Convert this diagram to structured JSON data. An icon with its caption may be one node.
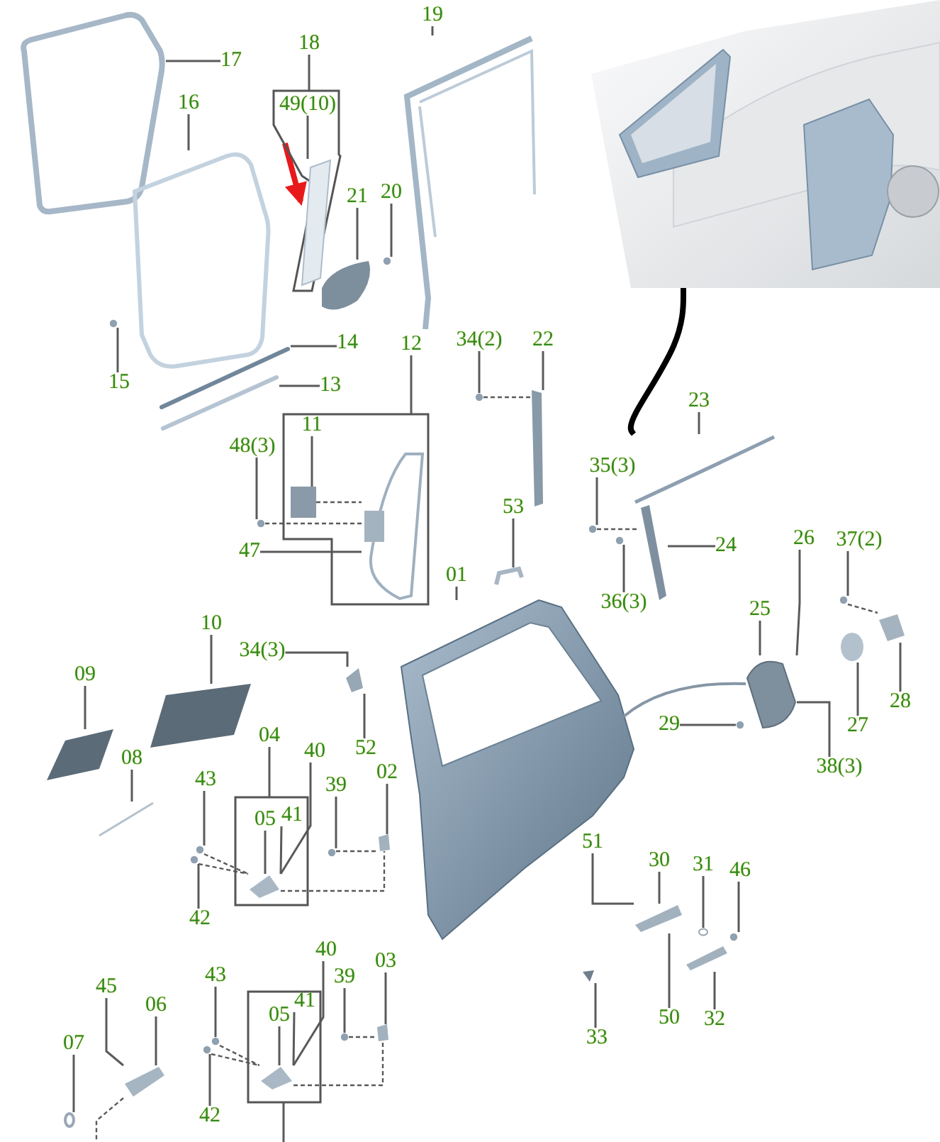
{
  "diagram": {
    "nodes": [
      {
        "text": [
          "19"
        ]
      },
      {
        "text": [],
        "shape": "picture"
      },
      {
        "text": [
          "17"
        ]
      },
      {
        "text": [],
        "shape": "box"
      },
      {
        "text": [
          "18"
        ]
      },
      {
        "text": [],
        "shape": "box"
      },
      {
        "text": [
          "49(10)"
        ],
        "in": 5
      },
      {
        "text": [],
        "shape": "picture",
        "in": 5
      },
      {
        "text": [
          "16"
        ]
      },
      {
        "text": [],
        "shape": "box"
      },
      {
        "text": [
          "21"
        ]
      },
      {
        "text": [],
        "shape": "picture"
      },
      {
        "text": [
          "20"
        ]
      },
      {
        "text": [],
        "shape": "circle"
      },
      {
        "text": [],
        "shape": "picture"
      },
      {
        "text": [
          "34(2)"
        ]
      },
      {
        "text": [],
        "shape": "circle"
      },
      {
        "text": [
          "22"
        ]
      },
      {
        "text": [],
        "shape": "picture"
      },
      {
        "text": [
          "14"
        ]
      },
      {
        "text": [],
        "shape": "picture"
      },
      {
        "text": [
          "12"
        ]
      },
      {
        "text": [
          "15"
        ]
      },
      {
        "text": [],
        "shape": "circle"
      },
      {
        "text": [
          "13"
        ]
      },
      {
        "text": [],
        "shape": "picture"
      },
      {
        "text": [
          "23"
        ]
      },
      {
        "text": [],
        "shape": "picture"
      },
      {
        "text": [],
        "shape": "box"
      },
      {
        "text": [
          "11"
        ],
        "in": 28
      },
      {
        "text": [],
        "shape": "picture",
        "in": 28
      },
      {
        "text": [],
        "shape": "picture",
        "in": 28
      },
      {
        "text": [
          "48(3)"
        ]
      },
      {
        "text": [],
        "shape": "circle"
      },
      {
        "text": [
          "35(3)"
        ]
      },
      {
        "text": [],
        "shape": "circle"
      },
      {
        "text": [
          "53"
        ]
      },
      {
        "text": [],
        "shape": "picture"
      },
      {
        "text": [
          "24"
        ]
      },
      {
        "text": [],
        "shape": "picture"
      },
      {
        "text": [
          "47"
        ]
      },
      {
        "text": [
          "26"
        ]
      },
      {
        "text": [
          "37(2)"
        ]
      },
      {
        "text": [],
        "shape": "circle"
      },
      {
        "text": [
          "01"
        ]
      },
      {
        "text": [],
        "shape": "picture"
      },
      {
        "text": [
          "36(3)"
        ]
      },
      {
        "text": [
          "25"
        ]
      },
      {
        "text": [],
        "shape": "picture"
      },
      {
        "text": [
          "10"
        ]
      },
      {
        "text": [],
        "shape": "picture"
      },
      {
        "text": [
          "34(3)"
        ]
      },
      {
        "text": [],
        "shape": "picture"
      },
      {
        "text": [
          "09"
        ]
      },
      {
        "text": [],
        "shape": "picture"
      },
      {
        "text": [
          "28"
        ]
      },
      {
        "text": [],
        "shape": "picture"
      },
      {
        "text": [
          "29"
        ]
      },
      {
        "text": [],
        "shape": "circle"
      },
      {
        "text": [
          "27"
        ]
      },
      {
        "text": [],
        "shape": "circle"
      },
      {
        "text": [
          "52"
        ]
      },
      {
        "text": [
          "04"
        ]
      },
      {
        "text": [
          "40"
        ]
      },
      {
        "text": [
          "08"
        ]
      },
      {
        "text": [],
        "shape": "picture"
      },
      {
        "text": [
          "38(3)"
        ]
      },
      {
        "text": [
          "43"
        ]
      },
      {
        "text": [],
        "shape": "circle"
      },
      {
        "text": [
          "02"
        ]
      },
      {
        "text": [],
        "shape": "box"
      },
      {
        "text": [
          "39"
        ]
      },
      {
        "text": [],
        "shape": "circle"
      },
      {
        "text": [],
        "shape": "box"
      },
      {
        "text": [
          "05"
        ],
        "in": 73
      },
      {
        "text": [
          "41"
        ],
        "in": 73
      },
      {
        "text": [],
        "shape": "picture",
        "in": 73
      },
      {
        "text": [
          "42"
        ]
      },
      {
        "text": [],
        "shape": "circle"
      },
      {
        "text": [
          "51"
        ]
      },
      {
        "text": [
          "30"
        ]
      },
      {
        "text": [],
        "shape": "picture"
      },
      {
        "text": [
          "31"
        ]
      },
      {
        "text": [],
        "shape": "circle"
      },
      {
        "text": [
          "46"
        ]
      },
      {
        "text": [],
        "shape": "circle"
      },
      {
        "text": [
          "40"
        ]
      },
      {
        "text": [
          "03"
        ]
      },
      {
        "text": [],
        "shape": "box"
      },
      {
        "text": [
          "45"
        ]
      },
      {
        "text": [
          "43"
        ]
      },
      {
        "text": [],
        "shape": "circle"
      },
      {
        "text": [
          "39"
        ]
      },
      {
        "text": [],
        "shape": "circle"
      },
      {
        "text": [
          "06"
        ]
      },
      {
        "text": [],
        "shape": "picture"
      },
      {
        "text": [],
        "shape": "box"
      },
      {
        "text": [
          "05"
        ],
        "in": 96
      },
      {
        "text": [
          "41"
        ],
        "in": 96
      },
      {
        "text": [],
        "shape": "picture",
        "in": 96
      },
      {
        "text": [
          "50"
        ]
      },
      {
        "text": [
          "32"
        ]
      },
      {
        "text": [],
        "shape": "picture"
      },
      {
        "text": [
          "07"
        ]
      },
      {
        "text": [],
        "shape": "circle"
      },
      {
        "text": [
          "33"
        ]
      },
      {
        "text": [],
        "shape": "picture"
      },
      {
        "text": [
          "42"
        ]
      },
      {
        "text": [],
        "shape": "circle"
      },
      {
        "text": [],
        "shape": "circle"
      }
    ],
    "edges": [
      {
        "from": 0,
        "to": 1,
        "arrow": "none"
      },
      {
        "from": 2,
        "to": 3,
        "arrow": "none"
      },
      {
        "from": 4,
        "to": 5,
        "arrow": "none"
      },
      {
        "from": 6,
        "to": 7,
        "arrow": "none"
      },
      {
        "from": 8,
        "to": 9,
        "arrow": "none"
      },
      {
        "from": 10,
        "to": 11,
        "arrow": "none"
      },
      {
        "from": 12,
        "to": 13,
        "arrow": "none"
      },
      {
        "from": null,
        "to": 7,
        "arrow": "to",
        "style": "thick",
        "color": "#e8191b"
      },
      {
        "from": 14,
        "to": 27,
        "arrow": "none",
        "style": "thick",
        "color": "#000000"
      },
      {
        "from": 15,
        "to": 16,
        "arrow": "none"
      },
      {
        "from": 16,
        "to": 18,
        "arrow": "none",
        "style": "dashed"
      },
      {
        "from": 17,
        "to": 18,
        "arrow": "none"
      },
      {
        "from": 19,
        "to": 20,
        "arrow": "none"
      },
      {
        "from": 21,
        "to": 28,
        "arrow": "none"
      },
      {
        "from": 22,
        "to": 23,
        "arrow": "none"
      },
      {
        "from": 24,
        "to": 25,
        "arrow": "none"
      },
      {
        "from": 26,
        "to": 27,
        "arrow": "none"
      },
      {
        "from": 29,
        "to": 30,
        "arrow": "none"
      },
      {
        "from": 30,
        "to": 31,
        "arrow": "none",
        "style": "dashed"
      },
      {
        "from": 32,
        "to": 33,
        "arrow": "none"
      },
      {
        "from": 33,
        "to": 31,
        "arrow": "none",
        "style": "dashed"
      },
      {
        "from": 34,
        "to": 35,
        "arrow": "none"
      },
      {
        "from": 35,
        "to": 39,
        "arrow": "none",
        "style": "dashed"
      },
      {
        "from": 36,
        "to": 37,
        "arrow": "none"
      },
      {
        "from": 38,
        "to": 39,
        "arrow": "none"
      },
      {
        "from": 40,
        "to": 31,
        "arrow": "none"
      },
      {
        "from": 41,
        "to": 48,
        "arrow": "none"
      },
      {
        "from": 42,
        "to": 43,
        "arrow": "none"
      },
      {
        "from": 43,
        "to": 56,
        "arrow": "none",
        "style": "dashed"
      },
      {
        "from": 44,
        "to": 45,
        "arrow": "none"
      },
      {
        "from": 46,
        "to": 109,
        "arrow": "none"
      },
      {
        "from": 47,
        "to": 48,
        "arrow": "none"
      },
      {
        "from": 49,
        "to": 50,
        "arrow": "none"
      },
      {
        "from": 51,
        "to": 52,
        "arrow": "none"
      },
      {
        "from": 53,
        "to": 54,
        "arrow": "none"
      },
      {
        "from": 55,
        "to": 56,
        "arrow": "none"
      },
      {
        "from": 57,
        "to": 58,
        "arrow": "none"
      },
      {
        "from": 59,
        "to": 60,
        "arrow": "none"
      },
      {
        "from": 61,
        "to": 52,
        "arrow": "none"
      },
      {
        "from": 62,
        "to": 73,
        "arrow": "none"
      },
      {
        "from": 63,
        "to": 76,
        "arrow": "none"
      },
      {
        "from": 64,
        "to": 65,
        "arrow": "none"
      },
      {
        "from": 66,
        "to": 48,
        "arrow": "none"
      },
      {
        "from": 67,
        "to": 68,
        "arrow": "none"
      },
      {
        "from": 68,
        "to": 76,
        "arrow": "none",
        "style": "dashed"
      },
      {
        "from": 69,
        "to": 70,
        "arrow": "none"
      },
      {
        "from": 71,
        "to": 72,
        "arrow": "none"
      },
      {
        "from": 72,
        "to": 70,
        "arrow": "none",
        "style": "dashed"
      },
      {
        "from": 74,
        "to": 76,
        "arrow": "none"
      },
      {
        "from": 75,
        "to": 76,
        "arrow": "none"
      },
      {
        "from": 76,
        "to": 70,
        "arrow": "none",
        "style": "dashed"
      },
      {
        "from": 77,
        "to": 78,
        "arrow": "none"
      },
      {
        "from": 78,
        "to": 76,
        "arrow": "none",
        "style": "dashed"
      },
      {
        "from": 79,
        "to": 81,
        "arrow": "none"
      },
      {
        "from": 80,
        "to": 81,
        "arrow": "none"
      },
      {
        "from": 82,
        "to": 83,
        "arrow": "none"
      },
      {
        "from": 84,
        "to": 85,
        "arrow": "none"
      },
      {
        "from": 86,
        "to": 99,
        "arrow": "none"
      },
      {
        "from": 87,
        "to": 88,
        "arrow": "none"
      },
      {
        "from": 89,
        "to": 95,
        "arrow": "none"
      },
      {
        "from": 90,
        "to": 91,
        "arrow": "none"
      },
      {
        "from": 91,
        "to": 99,
        "arrow": "none",
        "style": "dashed"
      },
      {
        "from": 92,
        "to": 93,
        "arrow": "none"
      },
      {
        "from": 93,
        "to": 88,
        "arrow": "none",
        "style": "dashed"
      },
      {
        "from": 94,
        "to": 95,
        "arrow": "none"
      },
      {
        "from": 96,
        "to": null,
        "arrow": "none"
      },
      {
        "from": 97,
        "to": 99,
        "arrow": "none"
      },
      {
        "from": 98,
        "to": 99,
        "arrow": "none"
      },
      {
        "from": 99,
        "to": 88,
        "arrow": "none",
        "style": "dashed"
      },
      {
        "from": 100,
        "to": 81,
        "arrow": "none"
      },
      {
        "from": 101,
        "to": 102,
        "arrow": "none"
      },
      {
        "from": 103,
        "to": 104,
        "arrow": "none"
      },
      {
        "from": 105,
        "to": 106,
        "arrow": "none"
      },
      {
        "from": 107,
        "to": 108,
        "arrow": "none"
      },
      {
        "from": 108,
        "to": 99,
        "arrow": "none",
        "style": "dashed"
      },
      {
        "from": 95,
        "to": null,
        "arrow": "none",
        "style": "dashed"
      }
    ]
  }
}
